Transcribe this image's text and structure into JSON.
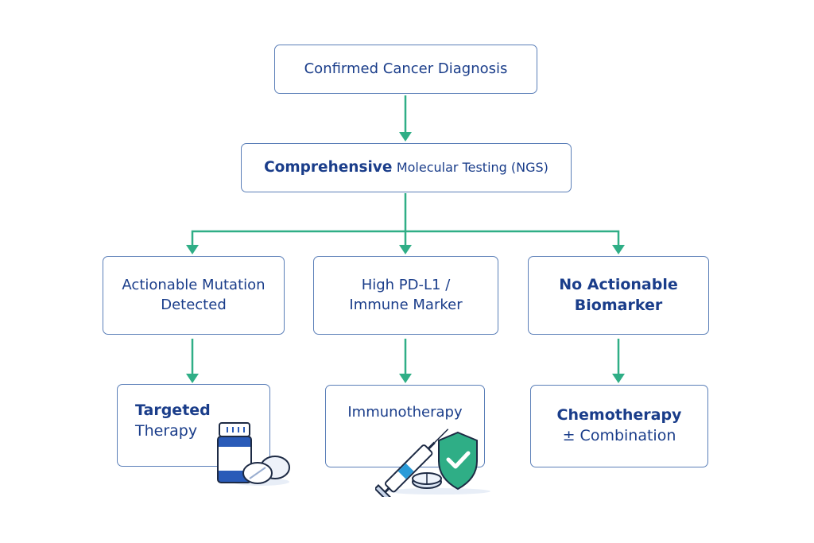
{
  "diagram": {
    "type": "flowchart",
    "colors": {
      "node_border": "#5b7fb8",
      "node_text": "#1a3d8a",
      "arrow": "#2fae86",
      "icon_blue": "#2a5bb8",
      "icon_green": "#2fae86"
    },
    "nodes": {
      "confirmed": {
        "label": "Confirmed Cancer Diagnosis"
      },
      "ngs": {
        "label_bold": "Comprehensive",
        "label_rest": "Molecular Testing (NGS)"
      },
      "actionable": {
        "line1": "Actionable Mutation",
        "line2": "Detected"
      },
      "pdl1": {
        "line1": "High PD-L1 /",
        "line2": "Immune Marker"
      },
      "noaction": {
        "line1": "No Actionable",
        "line2": "Biomarker"
      },
      "targeted": {
        "line1": "Targeted",
        "line2": "Therapy",
        "icon": "pill-bottle-icon"
      },
      "immuno": {
        "label": "Immunotherapy",
        "icon": "syringe-shield-icon"
      },
      "chemo": {
        "line1": "Chemotherapy",
        "line2": "± Combination"
      }
    },
    "edges": [
      {
        "from": "confirmed",
        "to": "ngs"
      },
      {
        "from": "ngs",
        "to": "actionable"
      },
      {
        "from": "ngs",
        "to": "pdl1"
      },
      {
        "from": "ngs",
        "to": "noaction"
      },
      {
        "from": "actionable",
        "to": "targeted"
      },
      {
        "from": "pdl1",
        "to": "immuno"
      },
      {
        "from": "noaction",
        "to": "chemo"
      }
    ]
  }
}
